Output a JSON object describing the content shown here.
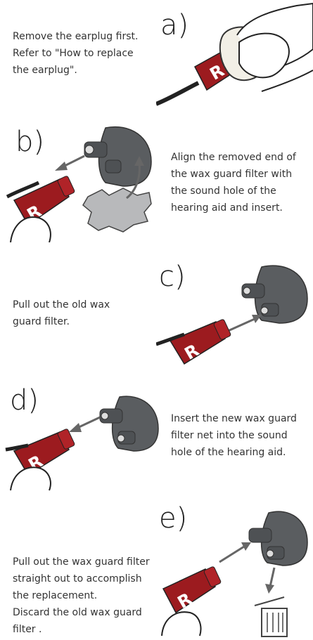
{
  "steps": [
    {
      "letter": "a)",
      "lines": [
        "Remove the earplug first.",
        "Refer to \"How to replace",
        "the earplug\"."
      ]
    },
    {
      "letter": "b)",
      "lines": [
        "Align the removed end of",
        "the wax guard filter with",
        "the sound hole of the",
        "hearing aid and insert."
      ]
    },
    {
      "letter": "c)",
      "lines": [
        "Pull out the old wax",
        "guard filter."
      ]
    },
    {
      "letter": "d)",
      "lines": [
        "Insert the new wax guard",
        "filter net into the sound",
        "hole of the hearing aid."
      ]
    },
    {
      "letter": "e)",
      "lines": [
        "Pull out the wax guard filter",
        "straight out to accomplish",
        "the replacement.",
        "Discard the old wax guard",
        "filter ."
      ]
    }
  ],
  "receiver_mark": "R",
  "colors": {
    "receiver": "#9c1b1f",
    "receiver_dark": "#6e0f13",
    "device": "#5a5d60",
    "arrow": "#666666"
  },
  "icons": [
    "hearing-aid-illustration",
    "receiver-illustration",
    "arrow-icon",
    "trash-can-icon",
    "finger-illustration"
  ]
}
